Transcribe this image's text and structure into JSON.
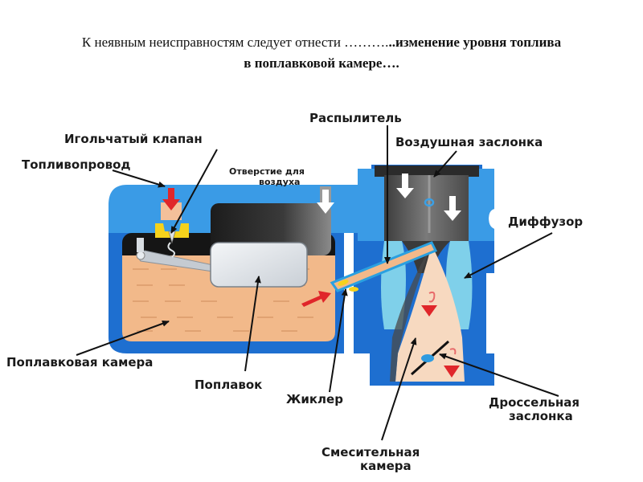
{
  "slide": {
    "caption_plain": "К неявным неисправностям следует отнести ……….",
    "caption_bold": "..изменение уровня топлива",
    "caption_line2": "в поплавковой камере…."
  },
  "diagram": {
    "title": "Carburetor schematic",
    "labels": {
      "raspylitel": "Распылитель",
      "igolchaty_klapan": "Игольчатый клапан",
      "vozdushnaya_zaslonka": "Воздушная заслонка",
      "toplivoprovod": "Топливопровод",
      "otverstie_line1": "Отверстие для",
      "otverstie_line2": "воздуха",
      "diffuzor": "Диффузор",
      "poplavkovaya_kamera": "Поплавковая камера",
      "poplavok": "Поплавок",
      "zhikler": "Жиклер",
      "drosselnaya_line1": "Дроссельная",
      "drosselnaya_line2": "заслонка",
      "smesitelnaya_line1": "Смесительная",
      "smesitelnaya_line2": "камера"
    },
    "colors": {
      "housing": "#1e6fd0",
      "housing_light": "#3a9be6",
      "fuel": "#f2b98a",
      "mixture": "#f7d9c0",
      "diffuser": "#7fd0ea",
      "dark_chamber": "#2d2d2d",
      "float": "#e4e8ec",
      "arrow_red": "#e0262a",
      "needle_yellow": "#f5d21c"
    }
  }
}
